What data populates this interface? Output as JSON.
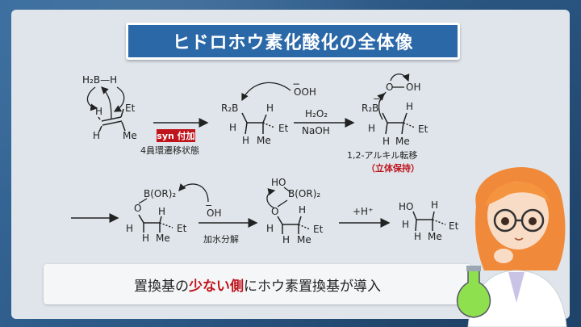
{
  "title": "ヒドロホウ素化酸化の全体像",
  "labels": {
    "h2b_h": "H₂B—H",
    "h": "H",
    "et": "Et",
    "me": "Me",
    "ooh": "OOH",
    "r2b": "R₂B",
    "h2o2": "H₂O₂",
    "naoh": "NaOH",
    "o": "O",
    "oh": "OH",
    "bor2": "B(OR)₂",
    "ho": "HO",
    "minus": "−",
    "plus_h": "+H⁺"
  },
  "arrows": {
    "syn_badge": "syn 付加",
    "ts_label": "4員環遷移状態",
    "migration_label": "1,2-アルキル転移",
    "retention_label": "（立体保持）",
    "hydrolysis_label": "加水分解"
  },
  "note": {
    "pre": "置換基の",
    "highlight": "少ない側",
    "post": "にホウ素置換基が導入"
  },
  "colors": {
    "title_bg": "#2b68a8",
    "accent_red": "#c0141c",
    "panel_bg": "#dfe5ea"
  }
}
